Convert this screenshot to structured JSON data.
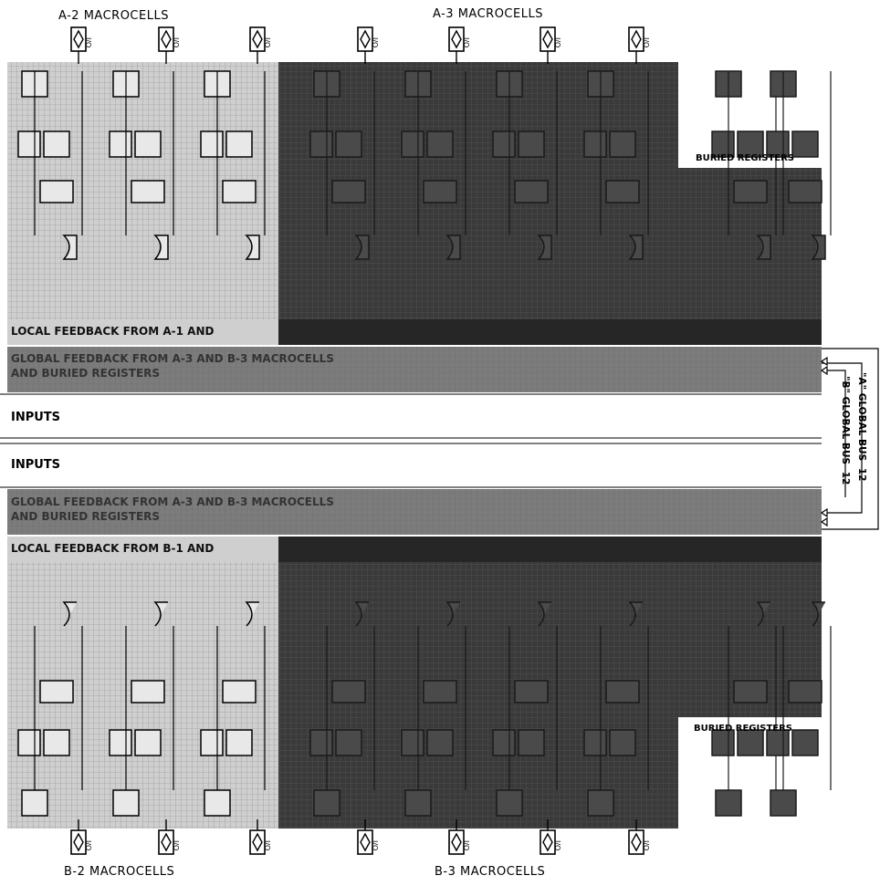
{
  "headers": {
    "a2": "A-2 MACROCELLS",
    "a3": "A-3 MACROCELLS",
    "b2": "B-2 MACROCELLS",
    "b3": "B-3 MACROCELLS"
  },
  "bands": {
    "local_top": "LOCAL FEEDBACK FROM A-1 AND",
    "global_top_line1": "GLOBAL FEEDBACK FROM A-3 AND B-3 MACROCELLS",
    "global_top_line2": "AND BURIED REGISTERS",
    "inputs_top": "INPUTS",
    "inputs_bottom": "INPUTS",
    "global_bottom_line1": "GLOBAL FEEDBACK FROM A-3 AND B-3 MACROCELLS",
    "global_bottom_line2": "AND BURIED REGISTERS",
    "local_bottom": "LOCAL FEEDBACK FROM B-1 AND"
  },
  "buried_registers": {
    "top": "BURIED REGISTERS",
    "bottom": "BURIED REGISTERS"
  },
  "bus": {
    "a_label": "\"A\" GLOBAL BUS",
    "a_width": "12",
    "b_label": "\"B\" GLOBAL BUS",
    "b_width": "12"
  },
  "pin_label": "I/O",
  "colors": {
    "dark_overlay": "#2a2a2a",
    "mid_gray": "#6f6f6f",
    "light_gray": "#cdcdcd",
    "band_gray": "#8c8c8c",
    "line": "#000000"
  }
}
